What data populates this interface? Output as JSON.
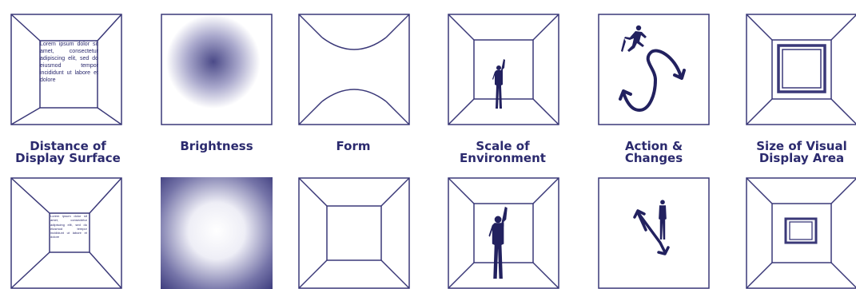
{
  "colors": {
    "ink": "#2b2a6e",
    "stroke": "#3a3878",
    "background": "#ffffff"
  },
  "captions": [
    "Distance of\nDisplay Surface",
    "Brightness",
    "Form",
    "Scale of\nEnvironment",
    "Action &\nChanges",
    "Size of Visual\nDisplay Area"
  ],
  "lorem_text": "Lorem ipsum dolor sit amet, consectetur adipiscing elit, sed do eiusmod tempor incididunt ut labore et dolore",
  "icons": [
    "human-figure-icon",
    "runner-icon",
    "curved-arrow-icon",
    "zigzag-arrow-icon"
  ]
}
